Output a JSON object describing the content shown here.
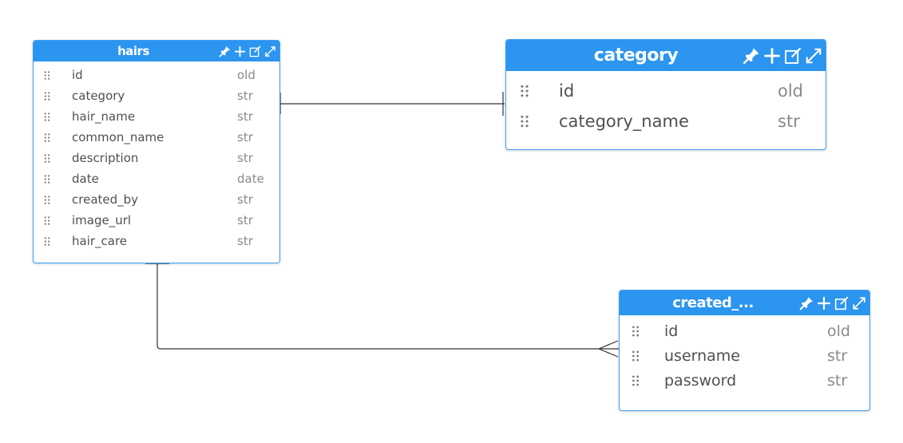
{
  "colors": {
    "header_bg": "#2b95f0",
    "border": "#3b9ef3",
    "connector": "#333333",
    "text": "#505050",
    "type_text": "#8a8a8a"
  },
  "icons": [
    "pin-icon",
    "add-icon",
    "edit-icon",
    "expand-icon",
    "drag-handle-icon"
  ],
  "tables": {
    "hairs": {
      "title": "hairs",
      "columns": [
        {
          "name": "id",
          "type": "old"
        },
        {
          "name": "category",
          "type": "str"
        },
        {
          "name": "hair_name",
          "type": "str"
        },
        {
          "name": "common_name",
          "type": "str"
        },
        {
          "name": "description",
          "type": "str"
        },
        {
          "name": "date",
          "type": "date"
        },
        {
          "name": "created_by",
          "type": "str"
        },
        {
          "name": "image_url",
          "type": "str"
        },
        {
          "name": "hair_care",
          "type": "str"
        }
      ]
    },
    "category": {
      "title": "category",
      "columns": [
        {
          "name": "id",
          "type": "old"
        },
        {
          "name": "category_name",
          "type": "str"
        }
      ]
    },
    "created_by": {
      "title": "created_...",
      "columns": [
        {
          "name": "id",
          "type": "old"
        },
        {
          "name": "username",
          "type": "str"
        },
        {
          "name": "password",
          "type": "str"
        }
      ]
    }
  }
}
